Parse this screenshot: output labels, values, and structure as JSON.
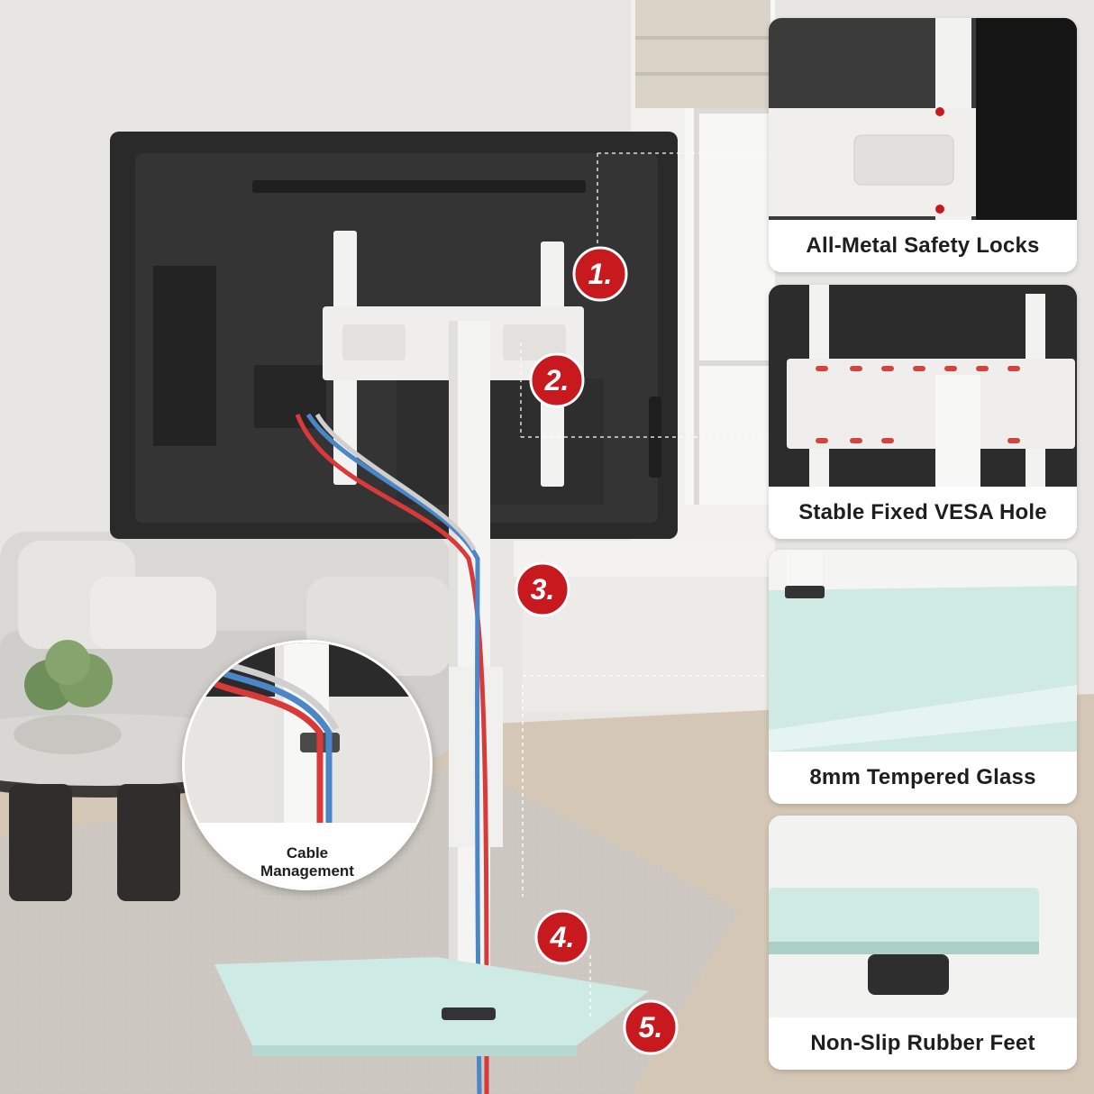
{
  "features": [
    {
      "number": "1.",
      "label": "All-Metal Safety Locks",
      "icon": "safety-lock-detail"
    },
    {
      "number": "2.",
      "label": "Stable Fixed VESA Hole",
      "icon": "vesa-bracket-detail"
    },
    {
      "number": "3.",
      "label": "8mm Tempered Glass",
      "icon": "tempered-glass-detail"
    },
    {
      "number": "4.",
      "label": "Non-Slip Rubber Feet",
      "icon": "rubber-feet-detail"
    },
    {
      "number": "5.",
      "label": "",
      "icon": ""
    }
  ],
  "badges": [
    "1.",
    "2.",
    "3.",
    "4.",
    "5."
  ],
  "cable_management": {
    "line1": "Cable",
    "line2": "Management"
  },
  "colors": {
    "badge_red": "#c8191f",
    "cable_red": "#d83a3a",
    "cable_blue": "#4a86c8",
    "stand_white": "#f4f4f2",
    "glass": "#cdeae4",
    "tv_black": "#2b2b2b"
  }
}
